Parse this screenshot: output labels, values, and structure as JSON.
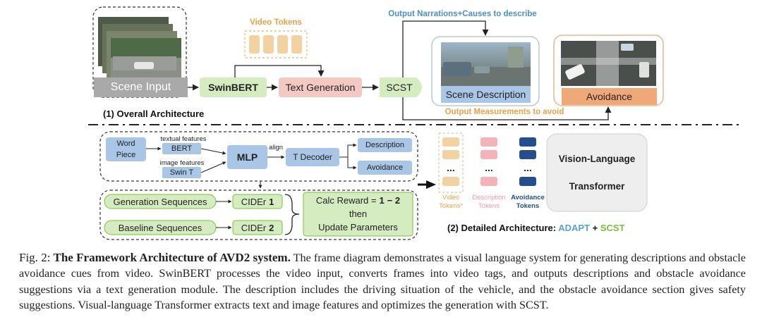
{
  "diagram": {
    "top": {
      "scene_input": "Scene Input",
      "video_tokens_label": "Video Tokens",
      "swinbert": "SwinBERT",
      "text_generation": "Text Generation",
      "scst": "SCST",
      "output_narrations": "Output Narrations+Causes to describe",
      "scene_description": "Scene Description",
      "avoidance": "Avoidance",
      "output_measurements": "Output Measurements to avoid",
      "section_title": "(1) Overall Architecture"
    },
    "bottom": {
      "word_piece_line1": "Word",
      "word_piece_line2": "Piece",
      "textual_features": "textual features",
      "bert": "BERT",
      "image_features": "image features",
      "swin_t": "Swin T",
      "mlp": "MLP",
      "align": "align",
      "t_decoder": "T Decoder",
      "description": "Description",
      "avoidance": "Avoidance",
      "generation_sequences": "Generation Sequences",
      "baseline_sequences": "Baseline Sequences",
      "cider1_text": "CIDEr",
      "cider1_num": "1",
      "cider2_text": "CIDEr",
      "cider2_num": "2",
      "calc_reward_prefix": "Calc Reward =",
      "calc_reward_a": "1",
      "calc_reward_b": "− 2",
      "then": "then",
      "update_parameters": "Update Parameters",
      "ellipsis": "...",
      "video_tokens_line1": "Video",
      "video_tokens_line2": "Tokens*",
      "description_tokens_line1": "Description",
      "description_tokens_line2": "Tokens",
      "avoidance_tokens_line1": "Avoidance",
      "avoidance_tokens_line2": "Tokens",
      "vlt_line1": "Vision-Language",
      "vlt_line2": "Transformer",
      "detailed_prefix": "(2) Detailed Architecture:",
      "adapt": "ADAPT",
      "plus": "+",
      "scst": "SCST"
    }
  },
  "caption": {
    "prefix": "Fig. 2:",
    "title": "The Framework Architecture of AVD2 system.",
    "body": "The frame diagram demonstrates a visual language system for generating descriptions and obstacle avoidance cues from video. SwinBERT processes the video input, converts frames into video tags, and outputs descriptions and obstacle avoidance suggestions via a text generation module. The description includes the driving situation of the vehicle, and the obstacle avoidance section gives safety suggestions. Visual-language Transformer extracts text and image features and optimizes the generation with SCST."
  },
  "colors": {
    "orange_label": "#e8a24a",
    "blue_label": "#4a8fc7",
    "green_box": "#d5ecc0",
    "pink_box": "#f5c9c3",
    "blue_box": "#a9c6e6",
    "orange_box": "#f0a878",
    "token_tan": "#f2d2a0",
    "token_pink": "#f3b3b8",
    "token_navy": "#244f8c",
    "adapt_blue": "#5aa0d8",
    "scst_green": "#7bbf3a"
  }
}
